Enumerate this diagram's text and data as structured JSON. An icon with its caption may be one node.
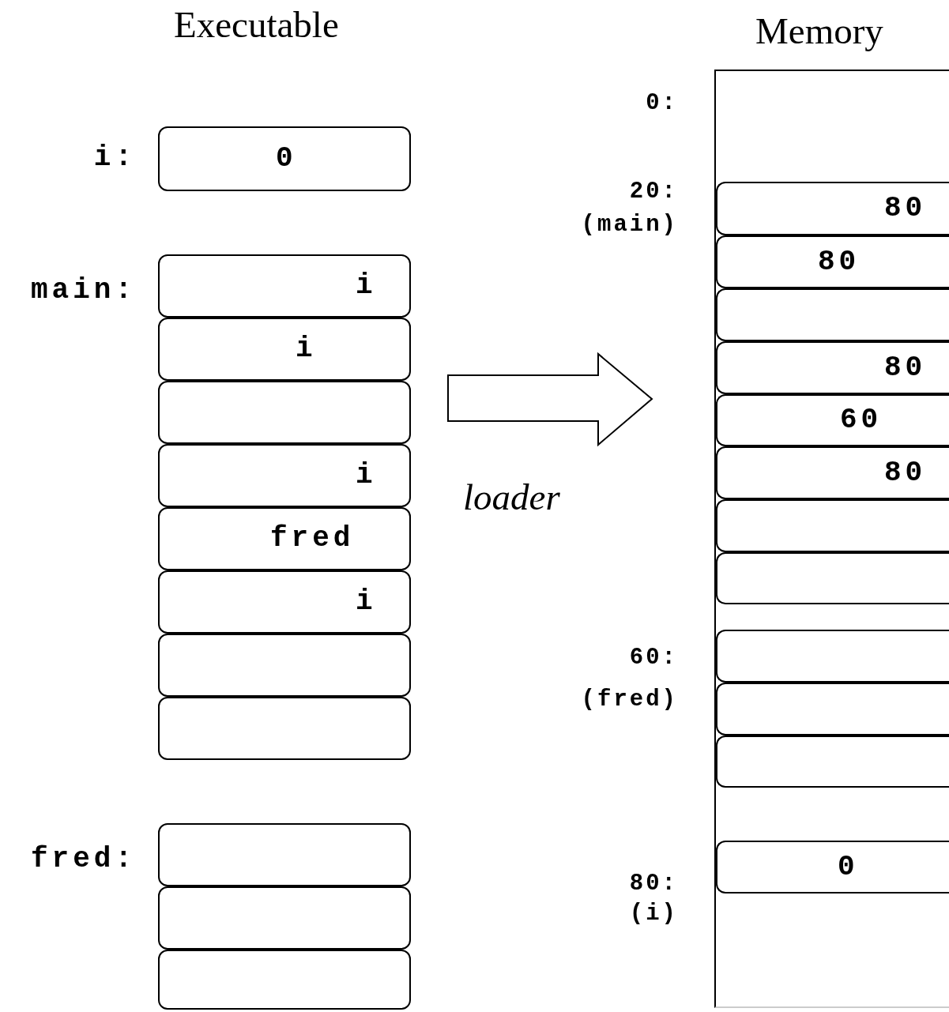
{
  "diagram": {
    "nodes": [
      {
        "text": [
          "0"
        ],
        "beside": [
          "i:"
        ]
      },
      {
        "text": [
          "i"
        ],
        "beside": [
          "main:"
        ]
      },
      {
        "text": [
          "i"
        ]
      },
      {
        "text": [],
        "shape": "box"
      },
      {
        "text": [
          "i"
        ]
      },
      {
        "text": [
          "fred"
        ]
      },
      {
        "text": [
          "i"
        ]
      },
      {
        "text": [],
        "shape": "box"
      },
      {
        "text": [],
        "shape": "box"
      },
      {
        "text": [],
        "shape": "box",
        "beside": [
          "fred:"
        ]
      },
      {
        "text": [],
        "shape": "box"
      },
      {
        "text": [],
        "shape": "box"
      },
      {
        "text": [
          "Memory"
        ]
      },
      {
        "text": [
          "80"
        ],
        "in": 12
      },
      {
        "text": [
          "80"
        ],
        "in": 12
      },
      {
        "text": [],
        "shape": "box",
        "in": 12
      },
      {
        "text": [
          "80"
        ],
        "in": 12
      },
      {
        "text": [
          "60"
        ],
        "in": 12
      },
      {
        "text": [
          "80"
        ],
        "in": 12
      },
      {
        "text": [],
        "shape": "box",
        "in": 12
      },
      {
        "text": [],
        "shape": "box",
        "in": 12
      },
      {
        "text": [],
        "shape": "box",
        "in": 12
      },
      {
        "text": [],
        "shape": "box",
        "in": 12
      },
      {
        "text": [],
        "shape": "box",
        "in": 12
      },
      {
        "text": [
          "0"
        ],
        "in": 12
      }
    ],
    "labels": [
      "Executable",
      "0:",
      "20:",
      "(main)",
      "60:",
      "(fred)",
      "80:",
      "(i)",
      "loader"
    ]
  }
}
